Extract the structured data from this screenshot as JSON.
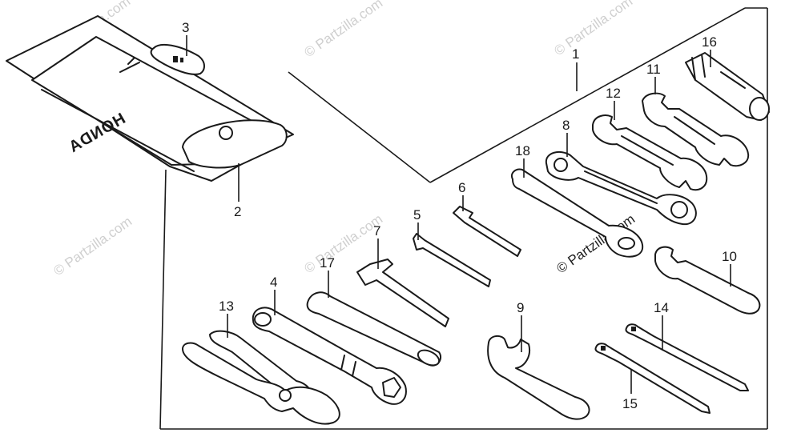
{
  "watermark": {
    "text": "© Partzilla.com"
  },
  "pouch": {
    "brand_text": "HONDA"
  },
  "callouts": {
    "c1": "1",
    "c2": "2",
    "c3": "3",
    "c4": "4",
    "c5": "5",
    "c6": "6",
    "c7": "7",
    "c8": "8",
    "c9": "9",
    "c10": "10",
    "c11": "11",
    "c12": "12",
    "c13": "13",
    "c14": "14",
    "c15": "15",
    "c16": "16",
    "c17": "17",
    "c18": "18"
  }
}
